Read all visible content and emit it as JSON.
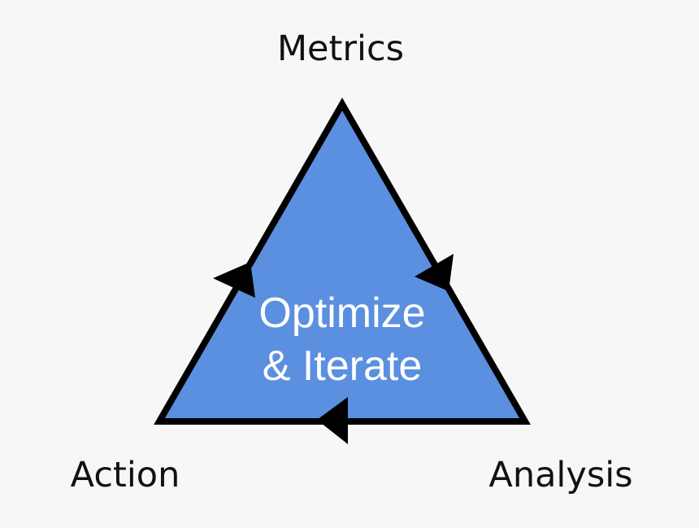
{
  "labels": {
    "top": "Metrics",
    "bottom_left": "Action",
    "bottom_right": "Analysis"
  },
  "center": {
    "line1": "Optimize",
    "line2": "& Iterate"
  },
  "colors": {
    "background": "#f7f7f7",
    "triangle_fill": "#5b8fe0",
    "outline": "#000000",
    "center_text": "#ffffff",
    "label_text": "#111111"
  }
}
